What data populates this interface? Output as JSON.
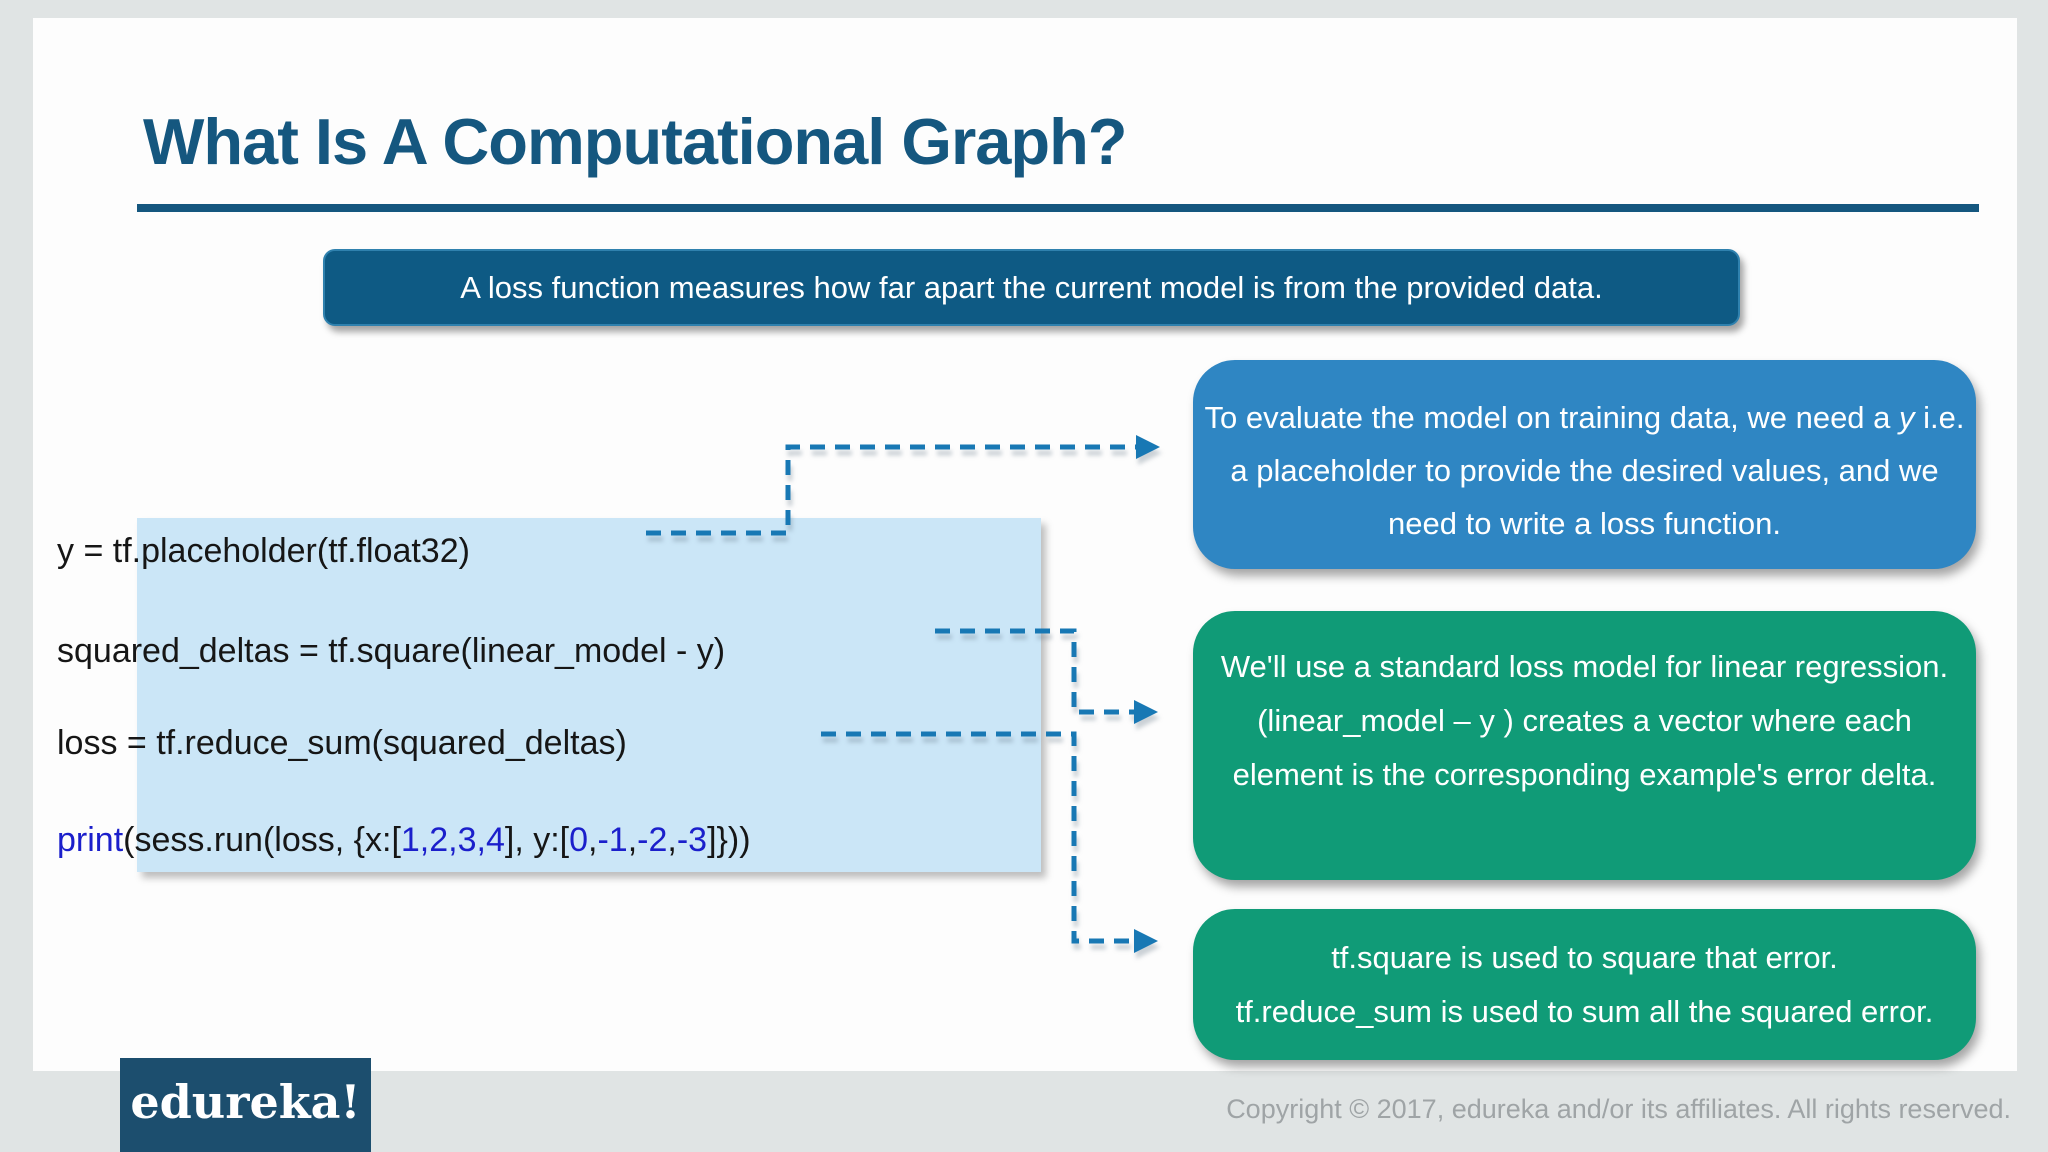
{
  "slide": {
    "title": "What Is A Computational Graph?",
    "banner_text": "A loss function measures how far apart the current model is from the provided data."
  },
  "code_box": {
    "line1": "y = tf.placeholder(tf.float32)",
    "line2": "squared_deltas = tf.square(linear_model - y)",
    "line3": "loss = tf.reduce_sum(squared_deltas)",
    "line4": {
      "p1": "print",
      "p2": "(sess.run(loss, {x:[",
      "p3": "1,2,3,4",
      "p4": "], y:[",
      "p5": "0",
      "c1": ",",
      "p6": "-1",
      "c2": ",",
      "p7": "-2",
      "c3": ",",
      "p8": "-3",
      "p9": "]}))"
    }
  },
  "callouts": {
    "blue": {
      "l1a": "To evaluate the model on training data, we need a ",
      "l1b": "y",
      "l1c": " i.e.",
      "l2": "a placeholder to provide the desired values, and we",
      "l3": "need to write a loss function."
    },
    "green1": {
      "l1": "We'll use a standard loss model for linear regression.",
      "l2": "(linear_model – y ) creates a vector where each",
      "l3": "element is the corresponding example's error delta."
    },
    "green2": {
      "l1": "tf.square is used to square that error.",
      "l2": "tf.reduce_sum is used to sum all the squared error."
    }
  },
  "footer": {
    "logo": "edureka!",
    "copyright": "Copyright © 2017, edureka and/or its affiliates. All rights reserved."
  },
  "colors": {
    "title": "#15577F",
    "banner_fill": "#0E5A84",
    "code_box_fill": "#CBE6F7",
    "code_token_blue": "#1B1FCB",
    "callout_blue": "#2F86C3",
    "callout_green": "#109B77",
    "arrow": "#1878B4",
    "logo_fill": "#1C4E6E",
    "page_background": "#E0E4E4"
  }
}
